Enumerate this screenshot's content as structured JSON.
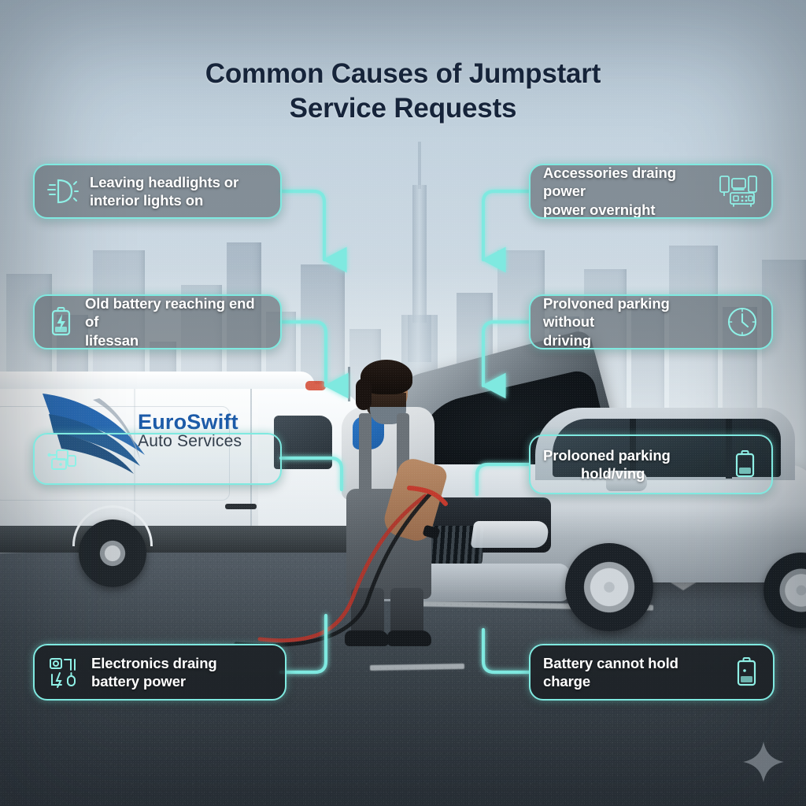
{
  "title": {
    "line1": "Common Causes of Jumpstart",
    "line2": "Service Requests"
  },
  "brand": {
    "name": "EuroSwift",
    "tagline": "Auto Services",
    "logo_icon": "wing-logo-icon"
  },
  "colors": {
    "accent_cyan": "#7fe9e0",
    "title_navy": "#16243a",
    "brand_blue": "#1b5aa8",
    "chip_light_fill": "rgba(96,104,112,0.66)",
    "chip_dark_fill": "rgba(28,33,38,0.88)",
    "sky_top": "#b6c8d7",
    "asphalt": "#3b444b"
  },
  "labels": [
    {
      "id": "headlights-left-on",
      "icon": "headlight-icon",
      "icon_side": "left",
      "line1": "Leaving headlights or",
      "line2": "interior lights on"
    },
    {
      "id": "old-battery",
      "icon": "battery-bolt-icon",
      "icon_side": "left",
      "line1": "Old battery reaching end of",
      "line2": "lifessan"
    },
    {
      "id": "van-brand-chip",
      "icon": "connector-plug-icon",
      "icon_side": "left",
      "line1": "EuroSwift",
      "line2": "Auto Services"
    },
    {
      "id": "electronics-drain",
      "icon": "electronics-drain-icon",
      "icon_side": "left",
      "line1": "Electronics draing",
      "line2": "battery power"
    },
    {
      "id": "accessories-drain",
      "icon": "devices-stack-icon",
      "icon_side": "right",
      "line1": "Accessories draing power",
      "line2": "power overnight"
    },
    {
      "id": "prolonged-parking",
      "icon": "clock-icon",
      "icon_side": "right",
      "line1": "Prolvoned parking without",
      "line2": "driving"
    },
    {
      "id": "prolonged-parking-holding",
      "icon": "battery-half-icon",
      "icon_side": "right",
      "line1": "Prolooned parking",
      "line2": "hold/ving"
    },
    {
      "id": "battery-cannot-hold-charge",
      "icon": "battery-low-icon",
      "icon_side": "right",
      "line1": "Battery cannot hold charge",
      "line2": ""
    }
  ],
  "watermark": {
    "icon": "sparkle-icon"
  },
  "scene": {
    "vehicles": [
      "service-van",
      "silver-sedan"
    ],
    "person": "technician",
    "equipment": "jumper-cables",
    "backdrop": "dubai-skyline"
  }
}
